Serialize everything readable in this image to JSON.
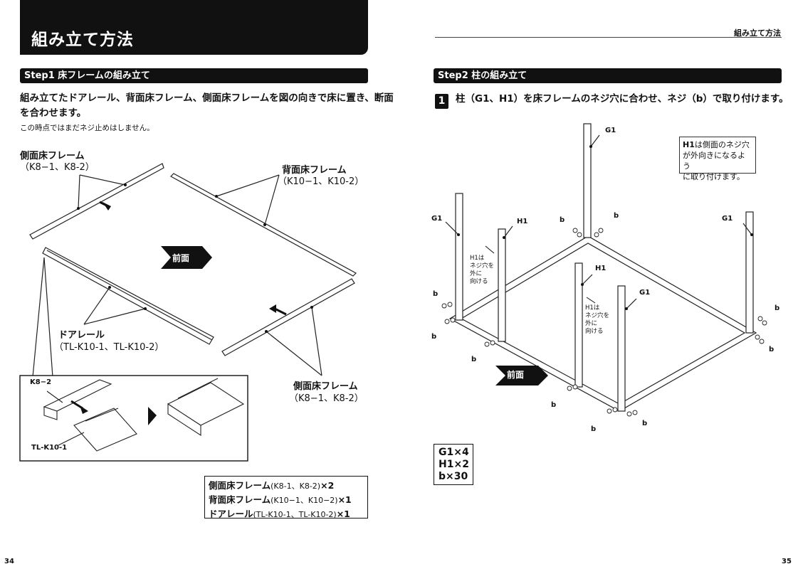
{
  "left_page": {
    "title": "組み立て方法",
    "step_title": "Step1 床フレームの組み立て",
    "lead_line1": "組み立てたドアレール、背面床フレーム、側面床フレームを図の向きで床に置き、断面",
    "lead_line2": "を合わせます。",
    "note": "この時点ではまだネジ止めはしません。",
    "labels": {
      "side_frame_a": "側面床フレーム",
      "side_frame_a_sub": "（K8−1、K8-2）",
      "back_frame": "背面床フレーム",
      "back_frame_sub": "（K10−1、K10-2）",
      "door_rail": "ドアレール",
      "door_rail_sub": "（TL-K10-1、TL-K10-2）",
      "side_frame_b": "側面床フレーム",
      "side_frame_b_sub": "（K8−1、K8-2）",
      "front": "前面",
      "detail_k8": "K8−2",
      "detail_tl": "TL-K10-1"
    },
    "parts": [
      {
        "name": "側面床フレーム",
        "spec": "(K8-1、K8-2)",
        "qty": "×2"
      },
      {
        "name": "背面床フレーム",
        "spec": "(K10−1、K10−2)",
        "qty": "×1"
      },
      {
        "name": "ドアレール",
        "spec": "(TL-K10-1、TL-K10-2)",
        "qty": "×1"
      }
    ],
    "page_number": "34"
  },
  "right_page": {
    "header": "組み立て方法",
    "step_title": "Step2 柱の組み立て",
    "step_number": "1",
    "instruction": "柱（G1、H1）を床フレームのネジ穴に合わせ、ネジ（b）で取り付けます。",
    "callout_bold": "H1",
    "callout_line1": "は側面のネジ穴",
    "callout_line2": "が外向きになるよう",
    "callout_line3": "に取り付けます。",
    "labels": {
      "g1": "G1",
      "h1": "H1",
      "b": "b",
      "front": "前面",
      "h1_note_a": [
        "H1は",
        "ネジ穴を",
        "外に",
        "向ける"
      ],
      "h1_note_b": [
        "H1は",
        "ネジ穴を",
        "外に",
        "向ける"
      ]
    },
    "counts": [
      "G1×4",
      "H1×2",
      "b×30"
    ],
    "page_number": "35"
  }
}
